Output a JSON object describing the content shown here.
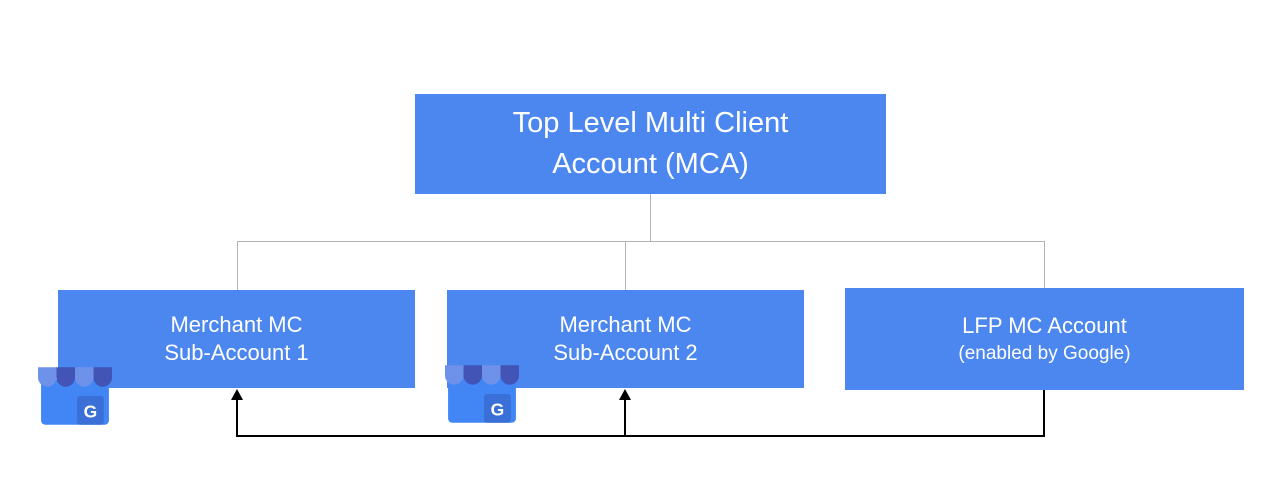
{
  "colors": {
    "box_fill": "#4C87F0",
    "box_text": "#FFFFFF",
    "tree_line": "#B3B3B3",
    "arrow_line": "#000000",
    "store_body": "#4285F4",
    "store_door": "#3A6FD8",
    "awning_light": "#6E92EA",
    "awning_dark": "#4254B5",
    "background": "#FFFFFF"
  },
  "diagram": {
    "root": {
      "line1": "Top Level Multi Client",
      "line2": "Account (MCA)"
    },
    "children": [
      {
        "line1": "Merchant MC",
        "line2": "Sub-Account 1"
      },
      {
        "line1": "Merchant MC",
        "line2": "Sub-Account 2"
      },
      {
        "line1": "LFP MC Account",
        "line2": "(enabled by Google)"
      }
    ],
    "business_icon": {
      "name": "google-business-storefront-icon",
      "letter": "G"
    }
  }
}
